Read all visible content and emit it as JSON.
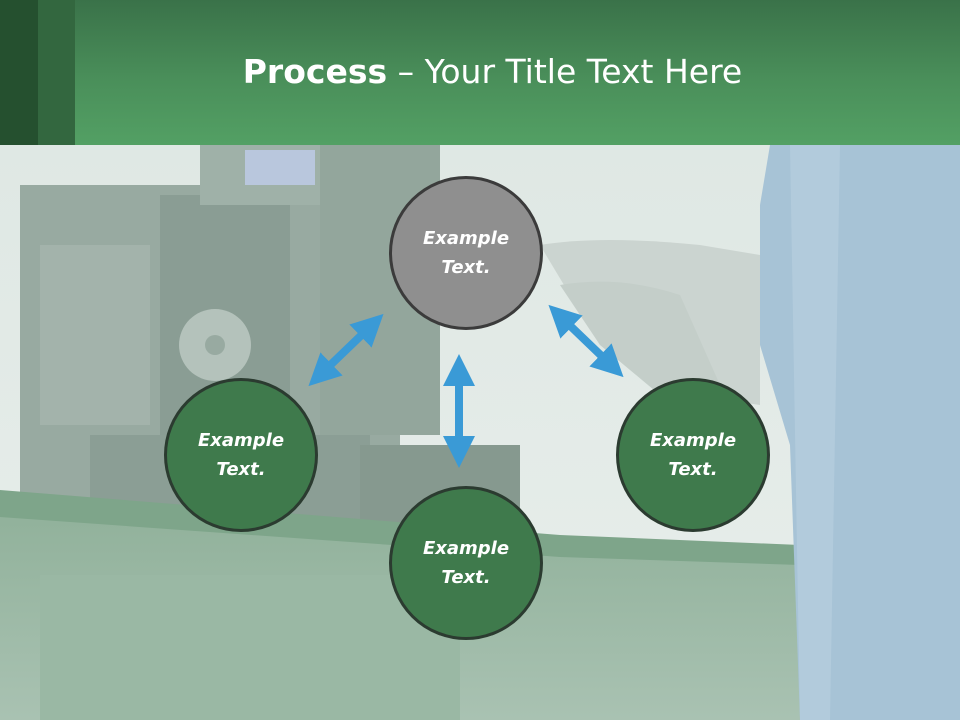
{
  "slide": {
    "title_bold": "Process",
    "title_rest": " – Your Title Text Here"
  },
  "nodes": [
    {
      "line1": "Example",
      "line2": "Text.",
      "color": "#8f8f8f"
    },
    {
      "line1": "Example",
      "line2": "Text.",
      "color": "#3f7a4c"
    },
    {
      "line1": "Example",
      "line2": "Text.",
      "color": "#3f7a4c"
    },
    {
      "line1": "Example",
      "line2": "Text.",
      "color": "#3f7a4c"
    }
  ],
  "colors": {
    "header_green": "#4a8f5a",
    "node_green": "#3f7a4c",
    "node_gray": "#8f8f8f",
    "arrow_blue": "#3a9ad6"
  },
  "icons": [
    "double-arrow-icon"
  ]
}
